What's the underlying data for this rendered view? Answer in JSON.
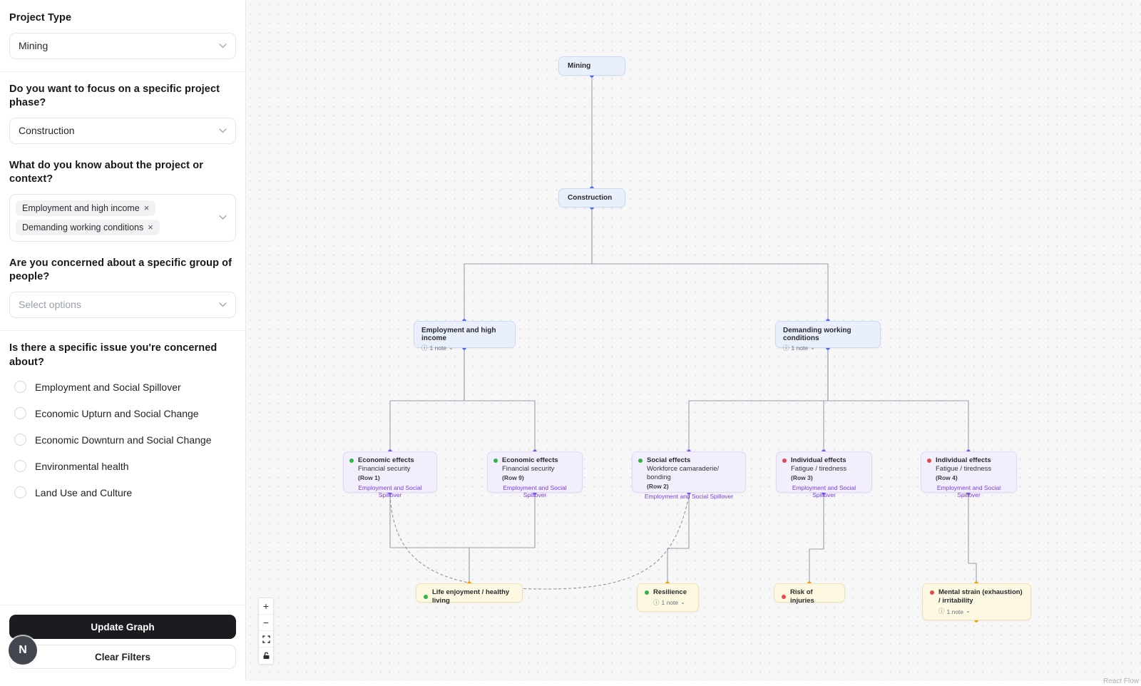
{
  "sidebar": {
    "project_type_label": "Project Type",
    "project_type_value": "Mining",
    "phase_label": "Do you want to focus on a specific project phase?",
    "phase_value": "Construction",
    "context_label": "What do you know about the project or context?",
    "context_tags": [
      "Employment and high income",
      "Demanding working conditions"
    ],
    "tag_remove_icon": "×",
    "group_label": "Are you concerned about a specific group of people?",
    "group_placeholder": "Select options",
    "issue_label": "Is there a specific issue you're concerned about?",
    "issue_options": [
      "Employment and Social Spillover",
      "Economic Upturn and Social Change",
      "Economic Downturn and Social Change",
      "Environmental health",
      "Land Use and Culture"
    ],
    "update_button": "Update Graph",
    "clear_button": "Clear Filters",
    "avatar_initial": "N"
  },
  "graph": {
    "nodes": [
      {
        "title": "Mining"
      },
      {
        "title": "Construction"
      },
      {
        "title": "Employment and high income",
        "note": "1 note"
      },
      {
        "title": "Demanding working conditions",
        "note": "1 note"
      },
      {
        "title": "Economic effects",
        "subtitle": "Financial security",
        "row": "(Row 1)",
        "footer": "Employment and Social Spillover",
        "sentiment": "positive"
      },
      {
        "title": "Economic effects",
        "subtitle": "Financial security",
        "row": "(Row 9)",
        "footer": "Employment and Social Spillover",
        "sentiment": "positive"
      },
      {
        "title": "Social effects",
        "subtitle": "Workforce camaraderie/ bonding",
        "row": "(Row 2)",
        "footer": "Employment and Social Spillover",
        "sentiment": "positive"
      },
      {
        "title": "Individual effects",
        "subtitle": "Fatigue / tiredness",
        "row": "(Row 3)",
        "footer": "Employment and Social Spillover",
        "sentiment": "negative"
      },
      {
        "title": "Individual effects",
        "subtitle": "Fatigue / tiredness",
        "row": "(Row 4)",
        "footer": "Employment and Social Spillover",
        "sentiment": "negative"
      },
      {
        "title": "Life enjoyment / healthy living",
        "sentiment": "positive"
      },
      {
        "title": "Resilience",
        "note": "1 note",
        "sentiment": "positive"
      },
      {
        "title": "Risk of injuries",
        "sentiment": "negative"
      },
      {
        "title": "Mental strain (exhaustion) / irritability",
        "note": "1 note",
        "sentiment": "negative"
      }
    ],
    "note_info_icon": "ⓘ",
    "note_chevron_icon": "⌄",
    "colors": {
      "node_blue_bg": "#e9f0fc",
      "node_purple_bg": "#f2eefb",
      "node_yellow_bg": "#fdf8e1",
      "positive_dot": "#2fb344",
      "negative_dot": "#e5484d",
      "handle_blue": "#4e6bf5",
      "handle_purple": "#7a5af5",
      "handle_orange": "#f59e0b",
      "edge": "#97a0ad",
      "footer_purple": "#7c3aed"
    }
  },
  "controls": {
    "zoom_in": "+",
    "zoom_out": "−"
  }
}
